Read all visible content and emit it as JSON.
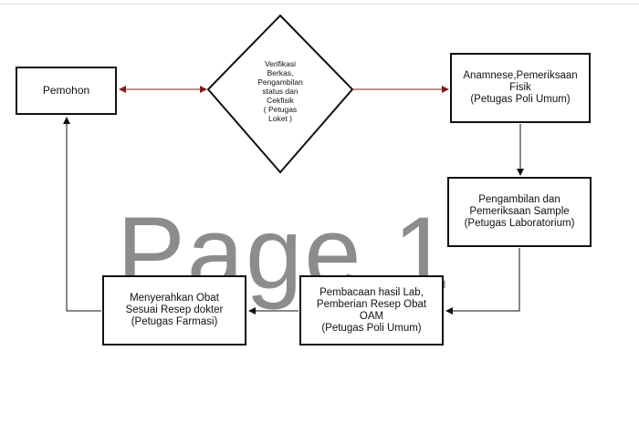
{
  "watermark": "Page 1",
  "nodes": {
    "pemohon": "Pemohon",
    "verifikasi": "Verifikasi\nBerkas,\nPengambilan\nstatus dan\nCekfisik\n( Petugas\nLoket )",
    "anamnese": "Anamnese,Pemeriksaan\nFisik\n(Petugas Poli Umum)",
    "laboratorium": "Pengambilan dan\nPemeriksaan Sample\n(Petugas Laboratorium)",
    "pembacaan": "Pembacaan hasil Lab,\nPemberian Resep Obat\nOAM\n(Petugas Poli Umum)",
    "farmasi": "Menyerahkan  Obat\nSesuai Resep dokter\n(Petugas Farmasi)"
  },
  "colors": {
    "line": "#111111",
    "connector_pemohon": "#7a1f1f",
    "watermark": "#8c8c8c"
  }
}
